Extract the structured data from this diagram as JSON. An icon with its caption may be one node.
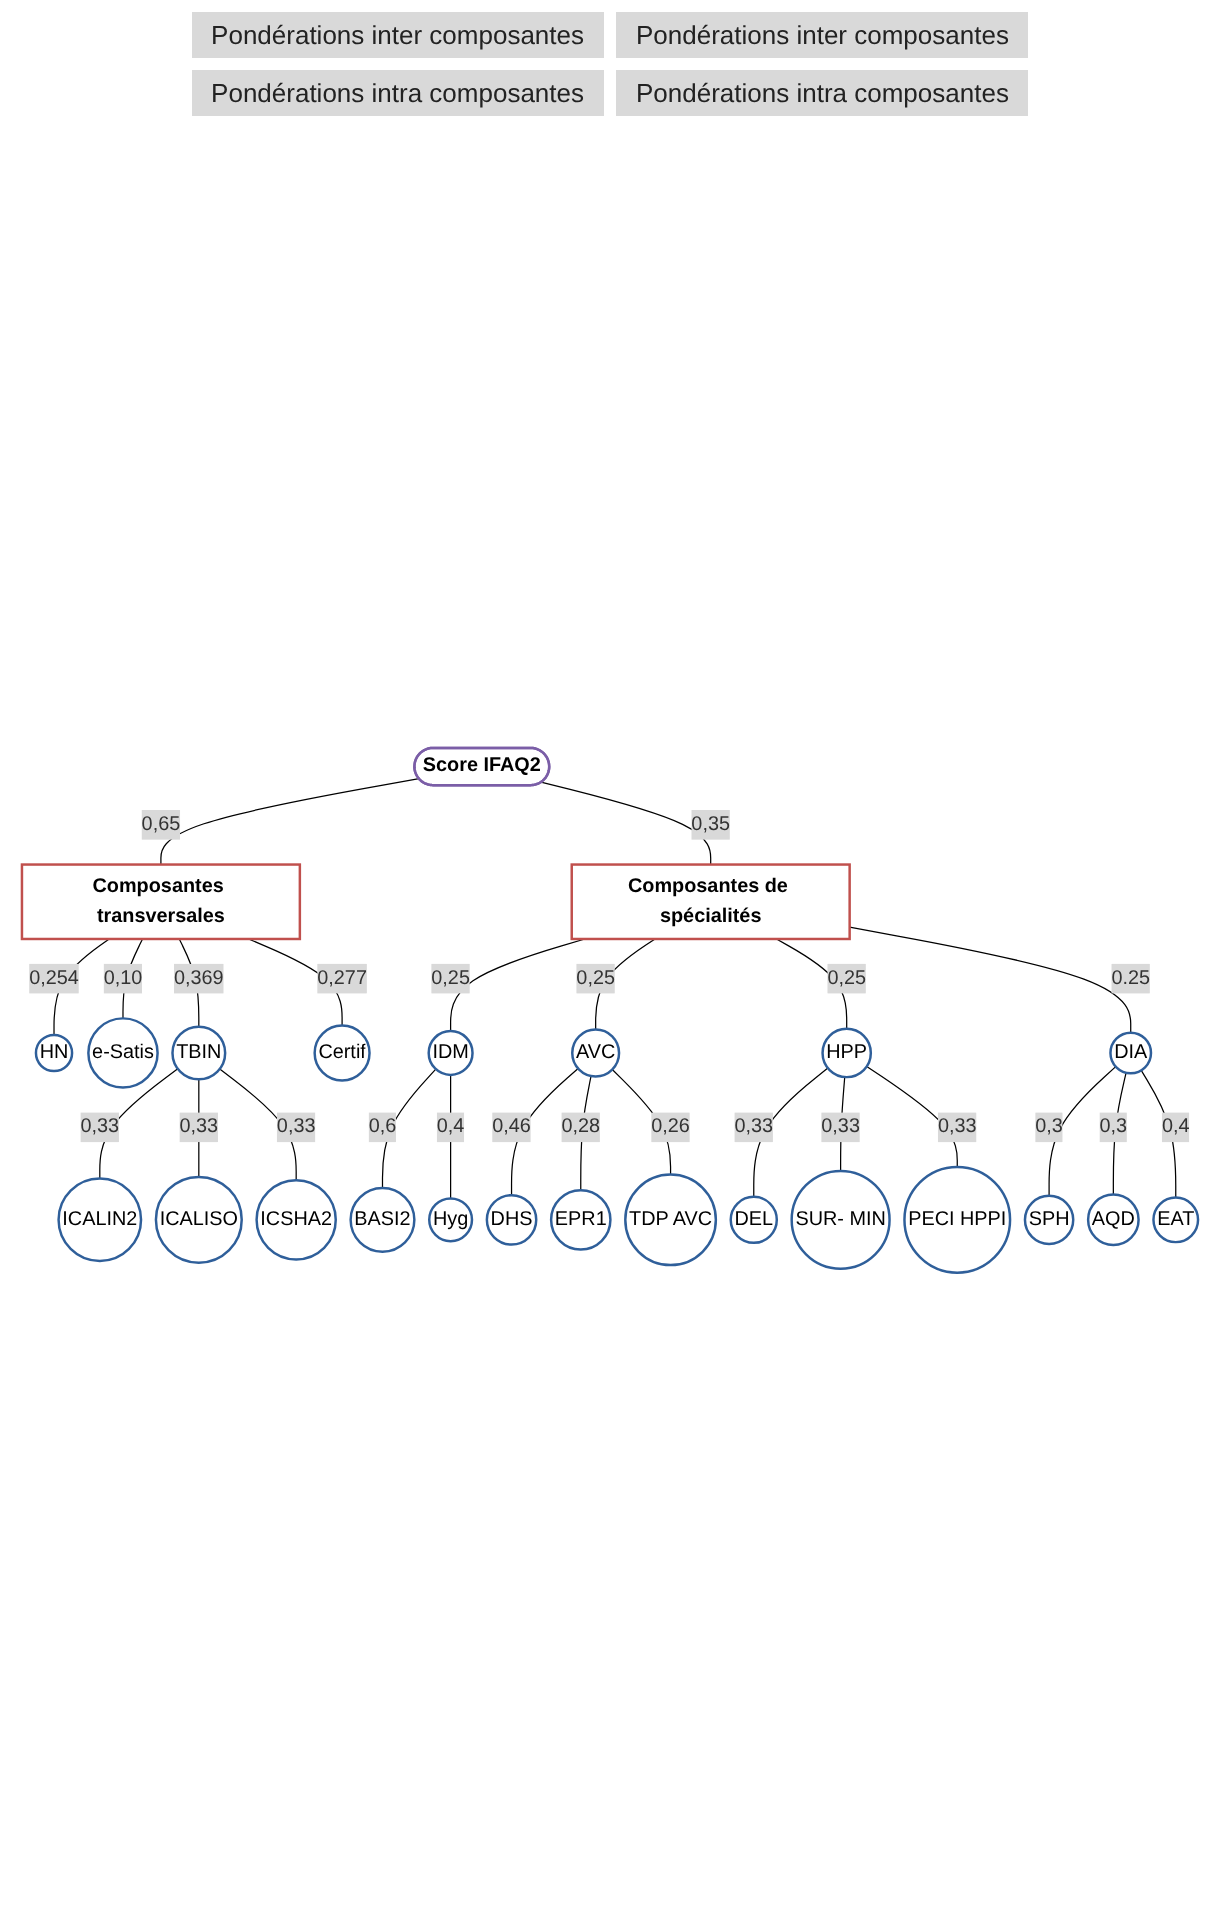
{
  "diagram": {
    "nodes": [
      {
        "text": [
          "Score IFAQ2"
        ]
      },
      {
        "text": [
          "Composantes transversales"
        ]
      },
      {
        "text": [
          "Composantes de spécialités"
        ]
      },
      {
        "text": [
          "HN"
        ]
      },
      {
        "text": [
          "e-Satis"
        ]
      },
      {
        "text": [
          "TBIN"
        ]
      },
      {
        "text": [
          "Certif"
        ]
      },
      {
        "text": [
          "IDM"
        ]
      },
      {
        "text": [
          "AVC"
        ]
      },
      {
        "text": [
          "HPP"
        ]
      },
      {
        "text": [
          "DIA"
        ]
      },
      {
        "text": [
          "ICALIN2"
        ]
      },
      {
        "text": [
          "ICALISO"
        ]
      },
      {
        "text": [
          "ICSHA2"
        ]
      },
      {
        "text": [
          "BASI2"
        ]
      },
      {
        "text": [
          "Hyg"
        ]
      },
      {
        "text": [
          "DEL"
        ]
      },
      {
        "text": [
          "SUR- MIN"
        ]
      },
      {
        "text": [
          "PECI HPPI"
        ]
      },
      {
        "text": [
          "DHS"
        ]
      },
      {
        "text": [
          "EPR1"
        ]
      },
      {
        "text": [
          "TDP AVC"
        ]
      },
      {
        "text": [
          "SPH"
        ]
      },
      {
        "text": [
          "AQD"
        ]
      },
      {
        "text": [
          "EAT"
        ]
      }
    ],
    "edges": [
      {
        "from": 0,
        "to": 1,
        "arrow": "none",
        "label": "0,65"
      },
      {
        "from": 0,
        "to": 2,
        "arrow": "none",
        "label": "0,35"
      },
      {
        "from": 1,
        "to": 3,
        "arrow": "none",
        "label": "0,254"
      },
      {
        "from": 1,
        "to": 4,
        "arrow": "none",
        "label": "0,10"
      },
      {
        "from": 1,
        "to": 5,
        "arrow": "none",
        "label": "0,369"
      },
      {
        "from": 1,
        "to": 6,
        "arrow": "none",
        "label": "0,277"
      },
      {
        "from": 2,
        "to": 7,
        "arrow": "none",
        "label": "0,25"
      },
      {
        "from": 2,
        "to": 8,
        "arrow": "none",
        "label": "0,25"
      },
      {
        "from": 2,
        "to": 9,
        "arrow": "none",
        "label": "0,25"
      },
      {
        "from": 2,
        "to": 10,
        "arrow": "none",
        "label": "0.25"
      },
      {
        "from": 5,
        "to": 11,
        "arrow": "none",
        "label": "0,33"
      },
      {
        "from": 5,
        "to": 12,
        "arrow": "none",
        "label": "0,33"
      },
      {
        "from": 5,
        "to": 13,
        "arrow": "none",
        "label": "0,33"
      },
      {
        "from": 7,
        "to": 14,
        "arrow": "none",
        "label": "0,6"
      },
      {
        "from": 7,
        "to": 15,
        "arrow": "none",
        "label": "0,4"
      },
      {
        "from": 9,
        "to": 16,
        "arrow": "none",
        "label": "0,33"
      },
      {
        "from": 9,
        "to": 17,
        "arrow": "none",
        "label": "0,33"
      },
      {
        "from": 9,
        "to": 18,
        "arrow": "none",
        "label": "0,33"
      },
      {
        "from": 8,
        "to": 19,
        "arrow": "none",
        "label": "0,46"
      },
      {
        "from": 8,
        "to": 20,
        "arrow": "none",
        "label": "0,28"
      },
      {
        "from": 8,
        "to": 21,
        "arrow": "none",
        "label": "0,26"
      },
      {
        "from": 10,
        "to": 22,
        "arrow": "none",
        "label": "0,3"
      },
      {
        "from": 10,
        "to": 23,
        "arrow": "none",
        "label": "0,3"
      },
      {
        "from": 10,
        "to": 24,
        "arrow": "none",
        "label": "0,4"
      }
    ],
    "labels": [
      "Pondérations inter composantes",
      "Pondérations inter composantes",
      "Pondérations intra composantes",
      "Pondérations intra composantes"
    ]
  }
}
